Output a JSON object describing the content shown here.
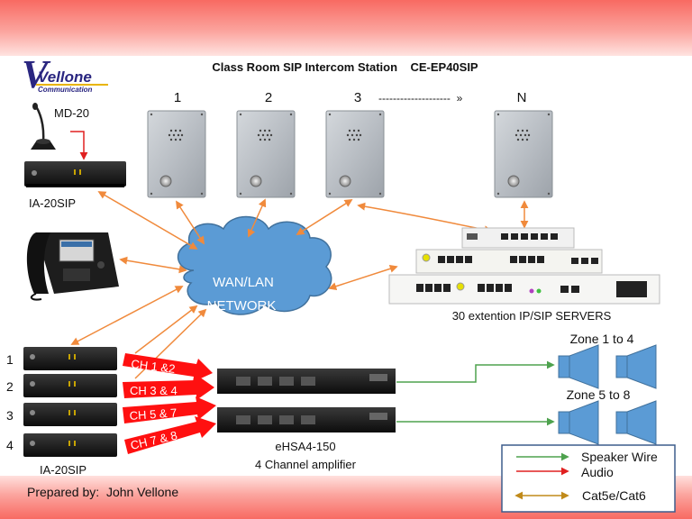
{
  "title": "Class Room SIP Intercom Station    CE-EP40SIP",
  "logo": {
    "line1": "Vellone",
    "line2": "Communication"
  },
  "mic_label": "MD-20",
  "ia20_top_label": "IA-20SIP",
  "stations": {
    "s1": "1",
    "s2": "2",
    "s3": "3",
    "dashes": "--------------------  »",
    "sn": "N"
  },
  "network_label": {
    "line1": "WAN/LAN",
    "line2": "NETWORK"
  },
  "servers_label": "30 extention IP/SIP SERVERS",
  "units": [
    "1",
    "2",
    "3",
    "4"
  ],
  "ia20_bottom_label": "IA-20SIP",
  "channels": [
    "CH 1 &2",
    "CH 3 & 4",
    "CH 5 & 7",
    "CH 7 & 8"
  ],
  "amp_label": {
    "line1": "eHSA4-150",
    "line2": "4 Channel amplifier"
  },
  "zones": [
    "Zone 1 to 4",
    "Zone 5 to 8"
  ],
  "legend": [
    {
      "label": "Speaker Wire",
      "color": "#4ea24e"
    },
    {
      "label": "Audio",
      "color": "#e02020"
    },
    {
      "label": "Cat5e/Cat6",
      "color": "#c08a1a"
    }
  ],
  "footer": "Prepared by:  John Vellone",
  "colors": {
    "network_link": "#f08a3c",
    "cloud": "#5b9bd5",
    "speaker": "#5b9bd5",
    "channel_arrow": "#ff1010"
  }
}
